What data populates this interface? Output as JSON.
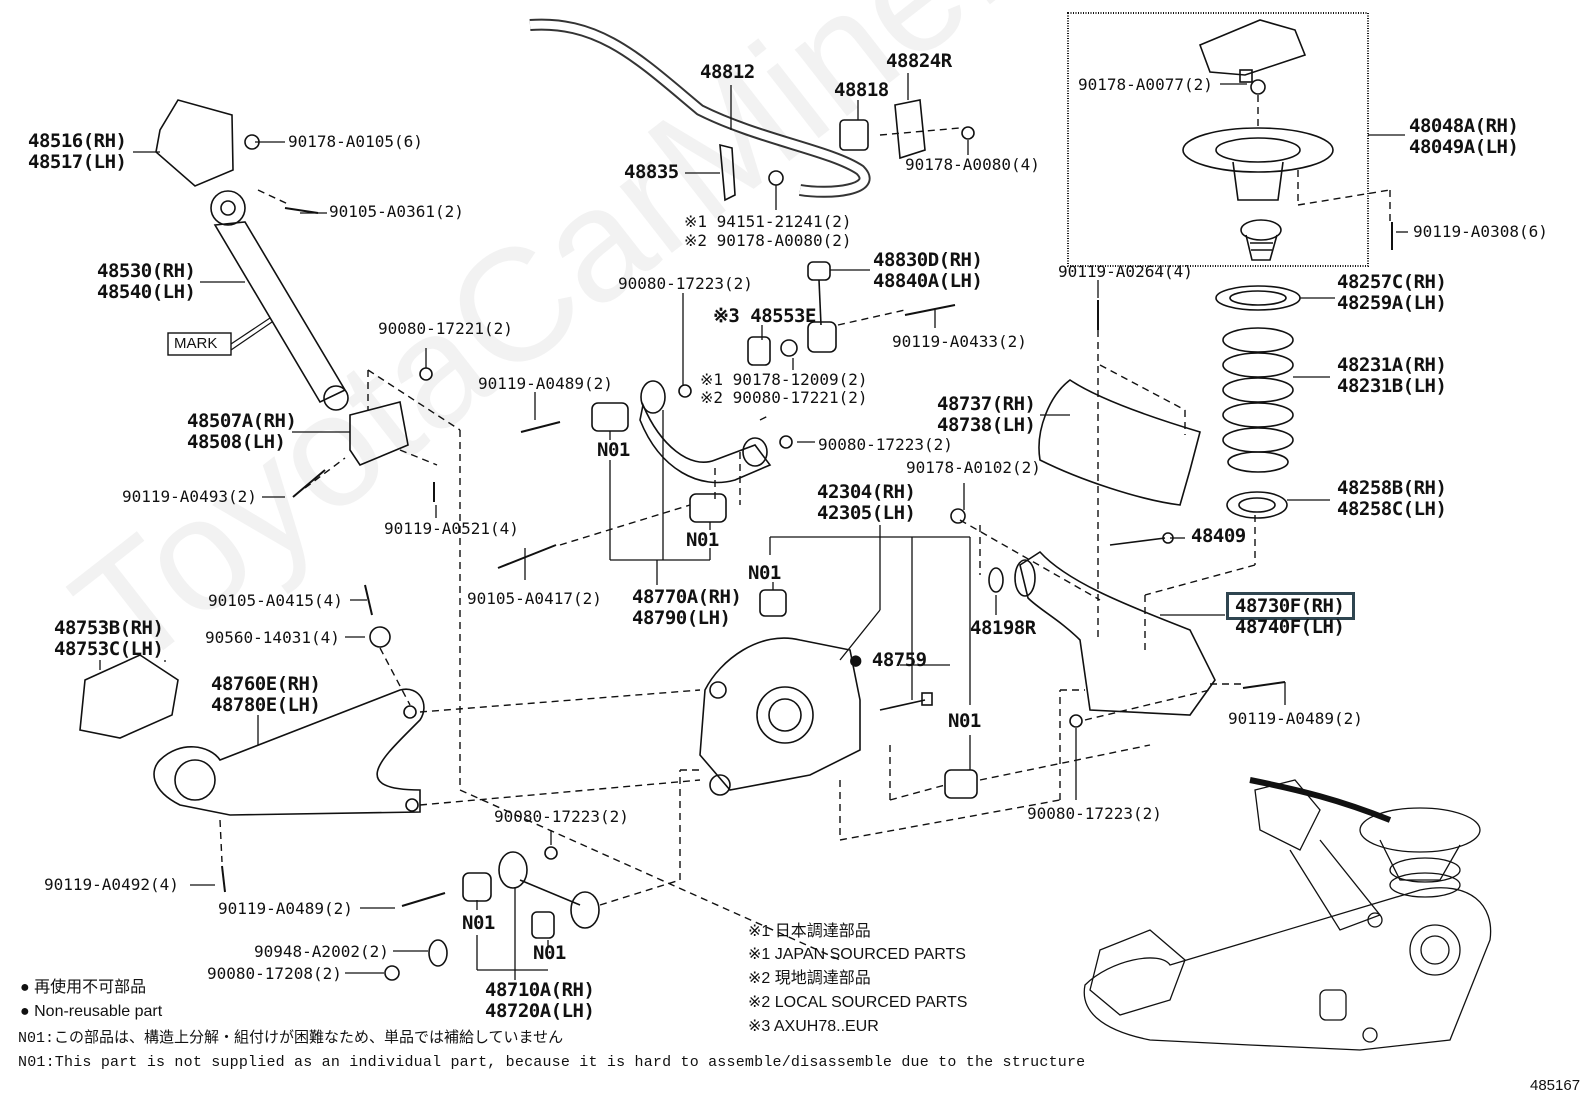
{
  "diagram": {
    "watermark": "ToyotaCarMine.ru",
    "figure_number": "485167",
    "highlighted_part": "48730F(RH)",
    "labels": {
      "p48516": [
        "48516(RH)",
        "48517(LH)"
      ],
      "p90178_A0105": "90178-A0105(6)",
      "p90105_A0361": "90105-A0361(2)",
      "p48530": [
        "48530(RH)",
        "48540(LH)"
      ],
      "mark": "MARK",
      "p90080_17221_left": "90080-17221(2)",
      "p48507": [
        "48507A(RH)",
        "48508(LH)"
      ],
      "p90119_A0493": "90119-A0493(2)",
      "p90119_A0521": "90119-A0521(4)",
      "p48812": "48812",
      "p48835": "48835",
      "p48818": "48818",
      "p48824R": "48824R",
      "p90178_A0080_4": "90178-A0080(4)",
      "note1_94151": "※1 94151-21241(2)",
      "note2_90178": "※2 90178-A0080(2)",
      "p48830": [
        "48830D(RH)",
        "48840A(LH)"
      ],
      "p90080_17223_top": "90080-17223(2)",
      "p48553E": "※3 48553E",
      "p90119_A0433": "90119-A0433(2)",
      "note1_90178_12009": "※1 90178-12009(2)",
      "note2_90080_17221": "※2 90080-17221(2)",
      "p90119_A0489_mid": "90119-A0489(2)",
      "n01_a": "N01",
      "n01_b": "N01",
      "n01_c": "N01",
      "n01_d": "N01",
      "n01_e": "N01",
      "n01_f": "N01",
      "p90080_17223_mid": "90080-17223(2)",
      "p90105_A0417": "90105-A0417(2)",
      "p48770": [
        "48770A(RH)",
        "48790(LH)"
      ],
      "p42304": [
        "42304(RH)",
        "42305(LH)"
      ],
      "p90178_A0102": "90178-A0102(2)",
      "p48737": [
        "48737(RH)",
        "48738(LH)"
      ],
      "p90178_A0077": "90178-A0077(2)",
      "p48048": [
        "48048A(RH)",
        "48049A(LH)"
      ],
      "p90119_A0308": "90119-A0308(6)",
      "p90119_A0264": "90119-A0264(4)",
      "p48257": [
        "48257C(RH)",
        "48259A(LH)"
      ],
      "p48231": [
        "48231A(RH)",
        "48231B(LH)"
      ],
      "p48258": [
        "48258B(RH)",
        "48258C(LH)"
      ],
      "p48409": "48409",
      "p48198R": "48198R",
      "p48730": [
        "48730F(RH)",
        "48740F(LH)"
      ],
      "p48759": "● 48759",
      "p90119_A0489_right": "90119-A0489(2)",
      "p90080_17223_right": "90080-17223(2)",
      "p90105_A0415": "90105-A0415(4)",
      "p90560_14031": "90560-14031(4)",
      "p48753": [
        "48753B(RH)",
        "48753C(LH)"
      ],
      "p48760": [
        "48760E(RH)",
        "48780E(LH)"
      ],
      "p90119_A0492": "90119-A0492(4)",
      "p90080_17223_low": "90080-17223(2)",
      "p90119_A0489_low": "90119-A0489(2)",
      "p90948_A2002": "90948-A2002(2)",
      "p90080_17208": "90080-17208(2)",
      "p48710": [
        "48710A(RH)",
        "48720A(LH)"
      ]
    },
    "legend": {
      "nonreusable_jp": "● 再使用不可部品",
      "nonreusable_en": "● Non-reusable part",
      "n01_jp": "N01:この部品は、構造上分解・組付けが困難なため、単品では補給していません",
      "n01_en": "N01:This part is not supplied as an individual part, because it is hard to assemble/disassemble due to the structure"
    },
    "sourcing_notes": [
      "※1 日本調達部品",
      "※1 JAPAN SOURCED PARTS",
      "※2 現地調達部品",
      "※2 LOCAL SOURCED PARTS",
      "※3 AXUH78..EUR"
    ]
  }
}
